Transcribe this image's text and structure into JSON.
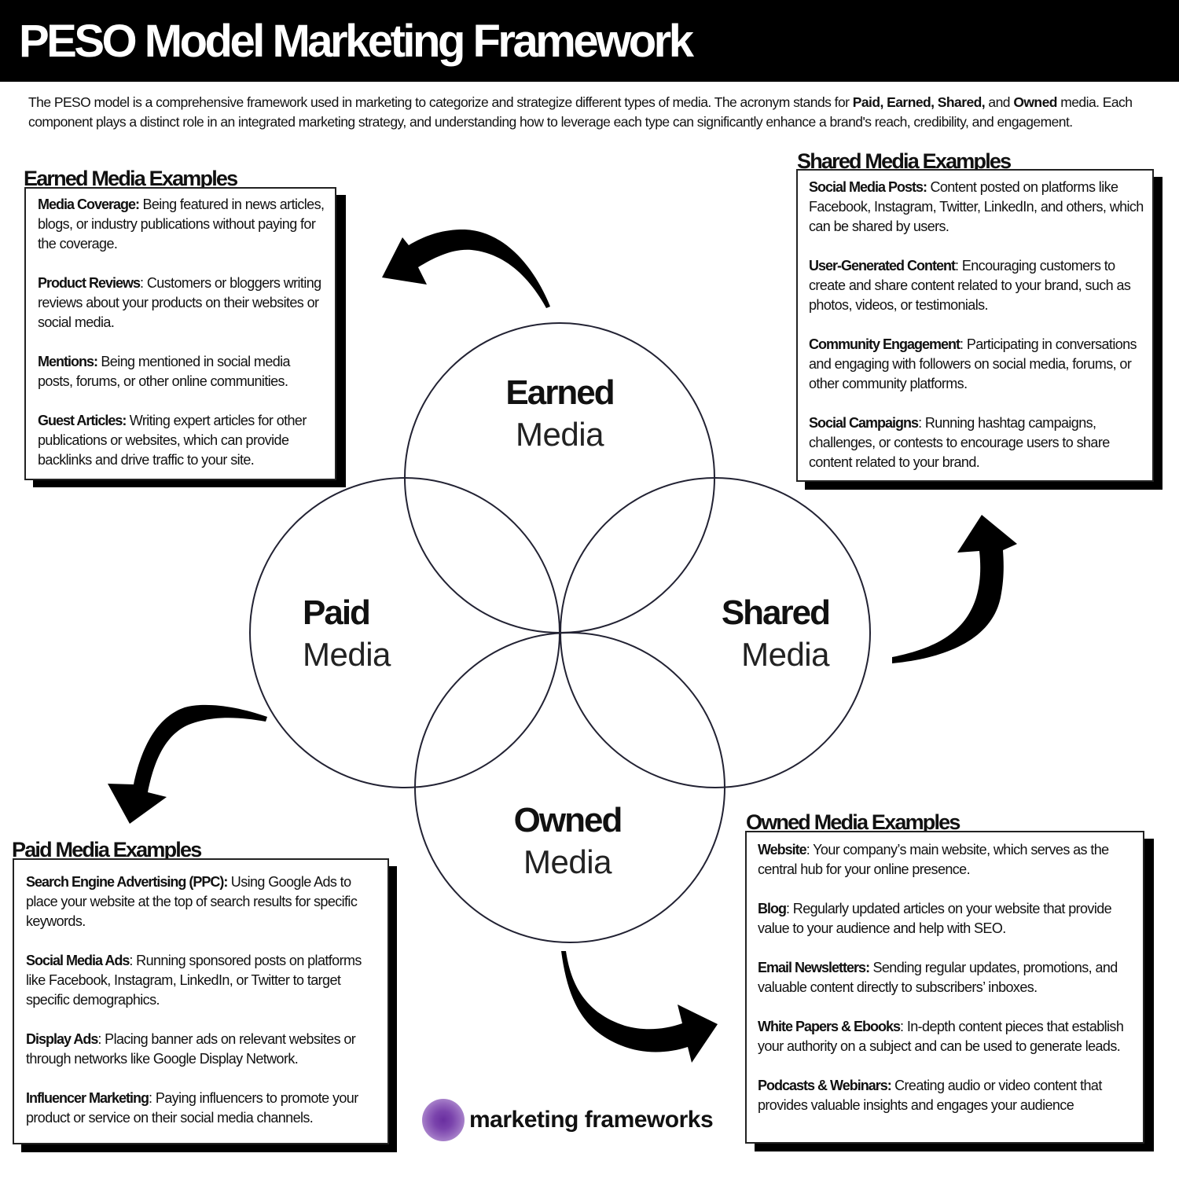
{
  "header": {
    "title": "PESO Model Marketing Framework"
  },
  "intro": {
    "text_before": "The PESO model is a comprehensive framework used in marketing to categorize and strategize different types of media. The acronym stands for ",
    "bold_terms": "Paid, Earned, Shared,",
    "text_and": " and ",
    "bold_last": "Owned",
    "text_after": " media.  Each component plays a distinct role in an integrated marketing strategy, and understanding how to leverage each type can significantly enhance a brand's reach, credibility, and engagement."
  },
  "diagram": {
    "circles": [
      {
        "id": "earned",
        "title": "Earned",
        "subtitle": "Media"
      },
      {
        "id": "paid",
        "title": "Paid",
        "subtitle": "Media"
      },
      {
        "id": "shared",
        "title": "Shared",
        "subtitle": "Media"
      },
      {
        "id": "owned",
        "title": "Owned",
        "subtitle": "Media"
      }
    ],
    "arrows": [
      {
        "from": "earned",
        "to": "earned-examples",
        "icon": "curved-arrow-left-icon"
      },
      {
        "from": "shared",
        "to": "shared-examples",
        "icon": "curved-arrow-up-icon"
      },
      {
        "from": "paid",
        "to": "paid-examples",
        "icon": "curved-arrow-down-icon"
      },
      {
        "from": "owned",
        "to": "owned-examples",
        "icon": "curved-arrow-right-icon"
      }
    ],
    "line_color": "#222233"
  },
  "sections": {
    "earned": {
      "title": "Earned Media Examples",
      "items": [
        {
          "term": "Media Coverage:",
          "desc": " Being featured in news articles, blogs, or industry publications without paying for the coverage."
        },
        {
          "term": "Product Reviews",
          "desc": ": Customers or bloggers writing reviews about your products on their websites or social media."
        },
        {
          "term": "Mentions:",
          "desc": " Being mentioned in social media posts, forums, or other online communities."
        },
        {
          "term": "Guest Articles:",
          "desc": " Writing expert articles for other publications or websites, which can provide backlinks and drive traffic to your site."
        }
      ]
    },
    "shared": {
      "title": "Shared Media Examples",
      "items": [
        {
          "term": "Social Media Posts:",
          "desc": " Content posted on platforms like Facebook, Instagram, Twitter, LinkedIn, and others, which can be shared by users."
        },
        {
          "term": "User-Generated Content",
          "desc": ": Encouraging customers to create and share content related to your brand, such as photos, videos, or testimonials."
        },
        {
          "term": "Community Engagement",
          "desc": ": Participating in conversations and engaging with followers on social media, forums, or other community platforms."
        },
        {
          "term": "Social Campaigns",
          "desc": ": Running hashtag campaigns, challenges, or contests to encourage users to share content related to your brand."
        }
      ]
    },
    "paid": {
      "title": "Paid Media Examples",
      "items": [
        {
          "term": "Search Engine Advertising (PPC):",
          "desc": " Using Google Ads to place your website at the top of search results for specific keywords."
        },
        {
          "term": "Social Media Ads",
          "desc": ": Running sponsored posts on platforms like Facebook, Instagram, LinkedIn, or Twitter to target specific demographics."
        },
        {
          "term": "Display Ads",
          "desc": ": Placing banner ads on relevant websites or through networks like Google Display Network."
        },
        {
          "term": "Influencer Marketing",
          "desc": ": Paying influencers to promote your product or service on their social media channels."
        }
      ]
    },
    "owned": {
      "title": "Owned Media Examples",
      "items": [
        {
          "term": "Website",
          "desc": ": Your company’s main website, which serves as the central hub for your online presence."
        },
        {
          "term": "Blog",
          "desc": ": Regularly updated articles on your website that provide value to your audience and help with SEO."
        },
        {
          "term": "Email Newsletters:",
          "desc": " Sending regular updates, promotions, and valuable content directly to subscribers’ inboxes."
        },
        {
          "term": "White Papers & Ebooks",
          "desc": ": In-depth content pieces that establish your authority on a subject and can be used to generate leads."
        },
        {
          "term": "Podcasts & Webinars:",
          "desc": " Creating audio or video content that provides valuable insights and engages your audience"
        }
      ]
    }
  },
  "brand": {
    "name": "marketing frameworks",
    "logo_icon": "concentric-circles-logo-icon",
    "logo_color": "#7a43ac"
  }
}
